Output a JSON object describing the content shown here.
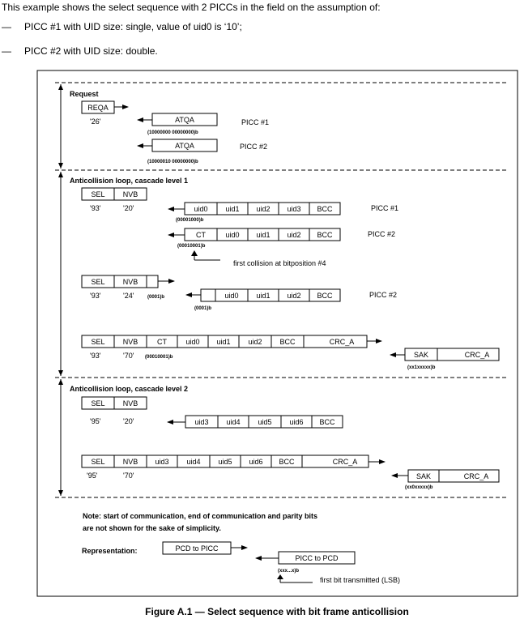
{
  "intro": {
    "line1": "This example shows the select sequence with 2 PICCs in the field on the assumption of:",
    "line2": "PICC #1 with UID size: single, value of uid0 is ‘10’;",
    "line3": "PICC #2 with UID size: double."
  },
  "diagram": {
    "request": {
      "section_title": "Request",
      "reqa": "REQA",
      "reqa_value": "'26'",
      "atqa": "ATQA",
      "atqa1_bits": "(10000000 00000000)b",
      "atqa2_bits": "(10000010 00000000)b",
      "picc1": "PICC #1",
      "picc2": "PICC #2"
    },
    "cl1": {
      "section_title": "Anticollision loop, cascade level 1",
      "sel": "SEL",
      "nvb": "NVB",
      "sel_value": "'93'",
      "nvb_value": "'20'",
      "row1_cells": [
        "uid0",
        "uid1",
        "uid2",
        "uid3",
        "BCC"
      ],
      "row1_bits": "(00001000)b",
      "row1_picc": "PICC #1",
      "row2_cells": [
        "CT",
        "uid0",
        "uid1",
        "uid2",
        "BCC"
      ],
      "row2_bits": "(00010001)b",
      "row2_picc": "PICC #2",
      "collision_note": "first collision at bitposition #4",
      "cmd2_nvb_value": "'24'",
      "cmd2_bits": "(0001)b",
      "resp2_cells": [
        "uid0",
        "uid1",
        "uid2",
        "BCC"
      ],
      "resp2_bits": "(0001)b",
      "resp2_picc": "PICC #2",
      "select_cells": [
        "SEL",
        "NVB",
        "CT",
        "uid0",
        "uid1",
        "uid2",
        "BCC",
        "CRC_A"
      ],
      "select_sel_value": "'93'",
      "select_nvb_value": "'70'",
      "select_bits": "(00010001)b",
      "sak": "SAK",
      "crc": "CRC_A",
      "sak_bits": "(xx1xxxxx)b"
    },
    "cl2": {
      "section_title": "Anticollision loop, cascade level 2",
      "sel": "SEL",
      "nvb": "NVB",
      "sel_value": "'95'",
      "nvb_value": "'20'",
      "resp_cells": [
        "uid3",
        "uid4",
        "uid5",
        "uid6",
        "BCC"
      ],
      "select_cells": [
        "SEL",
        "NVB",
        "uid3",
        "uid4",
        "uid5",
        "uid6",
        "BCC",
        "CRC_A"
      ],
      "select_sel_value": "'95'",
      "select_nvb_value": "'70'",
      "sak": "SAK",
      "crc": "CRC_A",
      "sak_bits": "(xx0xxxxx)b"
    },
    "note": {
      "line1": "Note: start of communication, end of communication and parity bits",
      "line2": "are not shown for the sake of simplicity."
    },
    "legend": {
      "representation": "Representation:",
      "pcd_to_picc": "PCD to PICC",
      "picc_to_pcd": "PICC to PCD",
      "bits": "(xxx...x)b",
      "first_bit": "first bit transmitted (LSB)"
    }
  },
  "caption": "Figure A.1 — Select sequence with bit frame anticollision"
}
